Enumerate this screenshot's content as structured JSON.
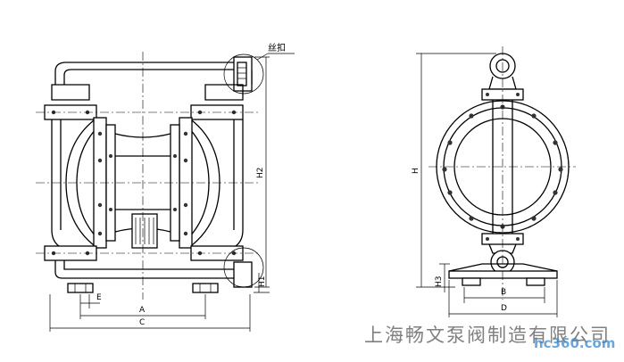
{
  "labels": {
    "thread": "丝扣",
    "h1": "H1",
    "h2": "H2",
    "h": "H",
    "h3": "H3",
    "a": "A",
    "b": "B",
    "c": "C",
    "d": "D",
    "e": "E"
  },
  "footer": {
    "company": "上海畅文泵阀制造有限公司"
  },
  "watermark": {
    "text": "hc360.com"
  }
}
